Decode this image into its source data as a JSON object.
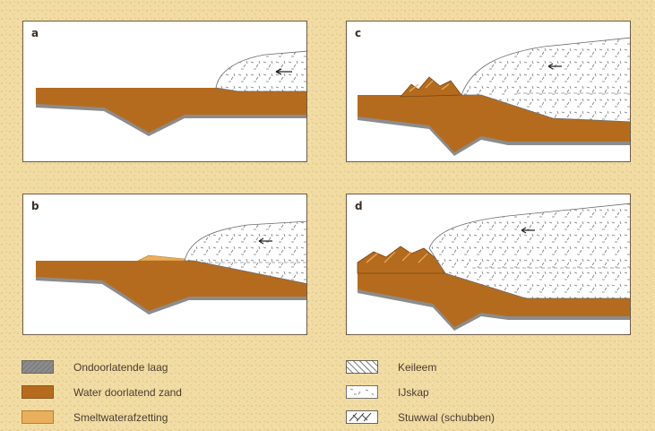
{
  "panels": [
    {
      "id": "a",
      "label": "a"
    },
    {
      "id": "b",
      "label": "b"
    },
    {
      "id": "c",
      "label": "c"
    },
    {
      "id": "d",
      "label": "d"
    }
  ],
  "legend": {
    "impermeable_layer": "Ondoorlatende laag",
    "permeable_sand": "Water doorlatend zand",
    "meltwater_deposit": "Smeltwaterafzetting",
    "boulder_clay": "Keileem",
    "ice_cap": "IJskap",
    "push_moraine": "Stuwwal (schubben)"
  },
  "colors": {
    "background": "#f1dca4",
    "impermeable_layer": "#8c8c8c",
    "permeable_sand": "#b56b1e",
    "meltwater_deposit": "#e8b05c",
    "ice": "#ffffff",
    "panel_border": "#6e5b45"
  }
}
